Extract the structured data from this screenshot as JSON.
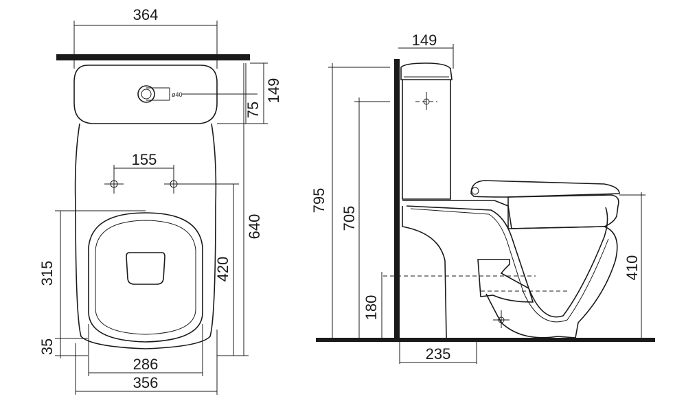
{
  "top_view": {
    "width_top": "364",
    "tank_depth": "149",
    "inlet_offset": "75",
    "inlet_diameter": "ø40",
    "fixing_spacing": "155",
    "total_depth": "640",
    "fixing_to_front": "420",
    "seat_depth": "315",
    "front_offset": "35",
    "seat_width": "286",
    "bowl_width": "356"
  },
  "side_view": {
    "tank_thickness": "149",
    "total_height": "795",
    "cistern_height": "705",
    "outlet_height": "180",
    "seat_height": "410",
    "outlet_distance": "235"
  }
}
